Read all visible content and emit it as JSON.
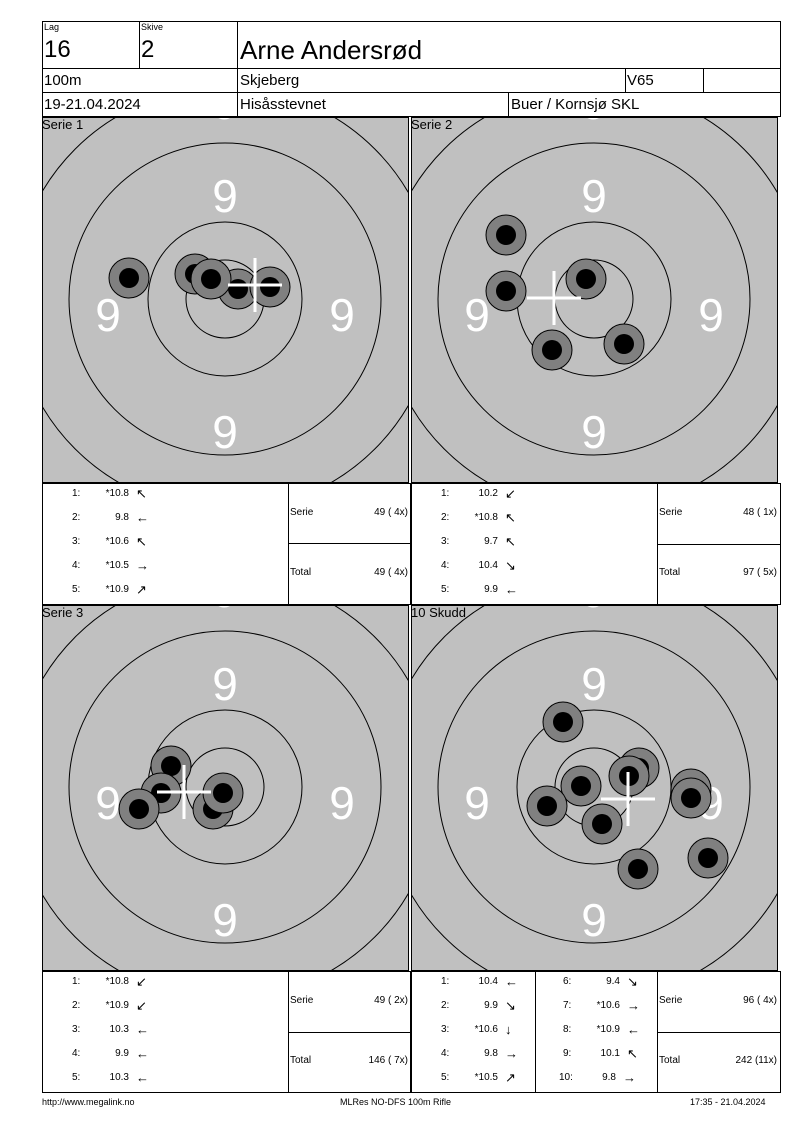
{
  "header": {
    "lag_label": "Lag",
    "lag": "16",
    "skive_label": "Skive",
    "skive": "2",
    "name": "Arne Andersrød",
    "distance": "100m",
    "club": "Skjeberg",
    "class": "V65",
    "dates": "19-21.04.2024",
    "event": "Hisåsstevnet",
    "location": "Buer / Kornsjø SKL"
  },
  "target_digit": "9",
  "panels": [
    {
      "label": "Serie 1"
    },
    {
      "label": "Serie 2"
    },
    {
      "label": "Serie 3"
    },
    {
      "label": "10 Skudd"
    }
  ],
  "scores": {
    "s1": {
      "shots": [
        {
          "n": "1:",
          "v": "*10.8"
        },
        {
          "n": "2:",
          "v": "9.8"
        },
        {
          "n": "3:",
          "v": "*10.6"
        },
        {
          "n": "4:",
          "v": "*10.5"
        },
        {
          "n": "5:",
          "v": "*10.9"
        }
      ],
      "serie_label": "Serie",
      "serie": "49 ( 4x)",
      "total_label": "Total",
      "total": "49 ( 4x)"
    },
    "s2": {
      "shots": [
        {
          "n": "1:",
          "v": "10.2"
        },
        {
          "n": "2:",
          "v": "*10.8"
        },
        {
          "n": "3:",
          "v": "9.7"
        },
        {
          "n": "4:",
          "v": "10.4"
        },
        {
          "n": "5:",
          "v": "9.9"
        }
      ],
      "serie_label": "Serie",
      "serie": "48 ( 1x)",
      "total_label": "Total",
      "total": "97 ( 5x)"
    },
    "s3": {
      "shots": [
        {
          "n": "1:",
          "v": "*10.8"
        },
        {
          "n": "2:",
          "v": "*10.9"
        },
        {
          "n": "3:",
          "v": "10.3"
        },
        {
          "n": "4:",
          "v": "9.9"
        },
        {
          "n": "5:",
          "v": "10.3"
        }
      ],
      "serie_label": "Serie",
      "serie": "49 ( 2x)",
      "total_label": "Total",
      "total": "146 ( 7x)"
    },
    "s4": {
      "shots": [
        {
          "n": "1:",
          "v": "10.4"
        },
        {
          "n": "2:",
          "v": "9.9"
        },
        {
          "n": "3:",
          "v": "*10.6"
        },
        {
          "n": "4:",
          "v": "9.8"
        },
        {
          "n": "5:",
          "v": "*10.5"
        },
        {
          "n": "6:",
          "v": "9.4"
        },
        {
          "n": "7:",
          "v": "*10.6"
        },
        {
          "n": "8:",
          "v": "*10.9"
        },
        {
          "n": "9:",
          "v": "10.1"
        },
        {
          "n": "10:",
          "v": "9.8"
        }
      ],
      "serie_label": "Serie",
      "serie": "96 ( 4x)",
      "total_label": "Total",
      "total": "242 (11x)"
    }
  },
  "footer": {
    "url": "http://www.megalink.no",
    "system": "MLRes NO-DFS 100m Rifle",
    "timestamp": "17:35 - 21.04.2024"
  }
}
